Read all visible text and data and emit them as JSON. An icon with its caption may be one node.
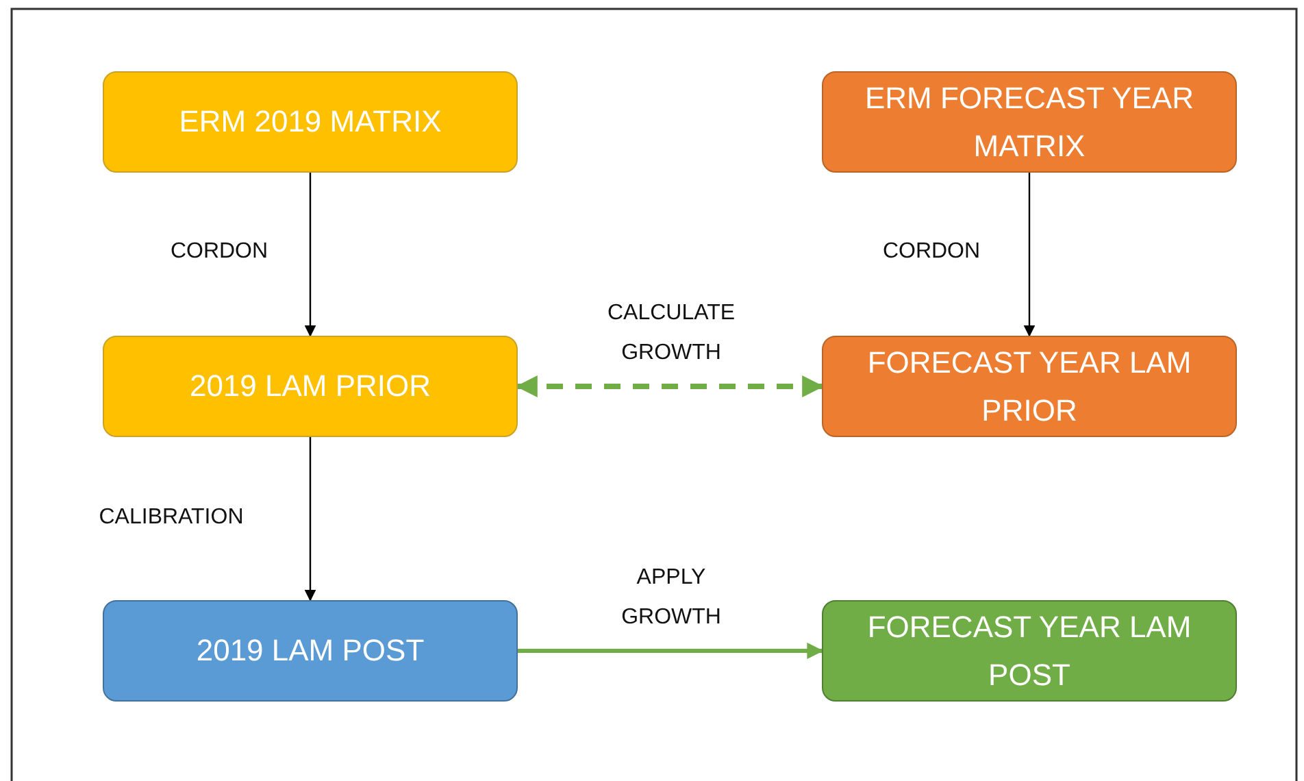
{
  "diagram": {
    "nodes": [
      {
        "text": [
          "ERM 2019 MATRIX"
        ]
      },
      {
        "text": [
          "ERM FORECAST YEAR MATRIX"
        ]
      },
      {
        "text": [
          "2019 LAM PRIOR"
        ]
      },
      {
        "text": [
          "FORECAST YEAR LAM PRIOR"
        ]
      },
      {
        "text": [
          "2019 LAM POST"
        ]
      },
      {
        "text": [
          "FORECAST YEAR LAM POST"
        ]
      }
    ],
    "edges": [
      {
        "from": 0,
        "to": 2,
        "arrow": "to",
        "label": "CORDON"
      },
      {
        "from": 1,
        "to": 3,
        "arrow": "to",
        "label": "CORDON"
      },
      {
        "from": 2,
        "to": 3,
        "arrow": "both",
        "label": "CALCULATE GROWTH",
        "style": "dashed",
        "color": "#70ad47"
      },
      {
        "from": 2,
        "to": 4,
        "arrow": "to",
        "label": "CALIBRATION"
      },
      {
        "from": 4,
        "to": 5,
        "arrow": "to",
        "label": "APPLY GROWTH",
        "style": "thick",
        "color": "#70ad47"
      }
    ]
  }
}
